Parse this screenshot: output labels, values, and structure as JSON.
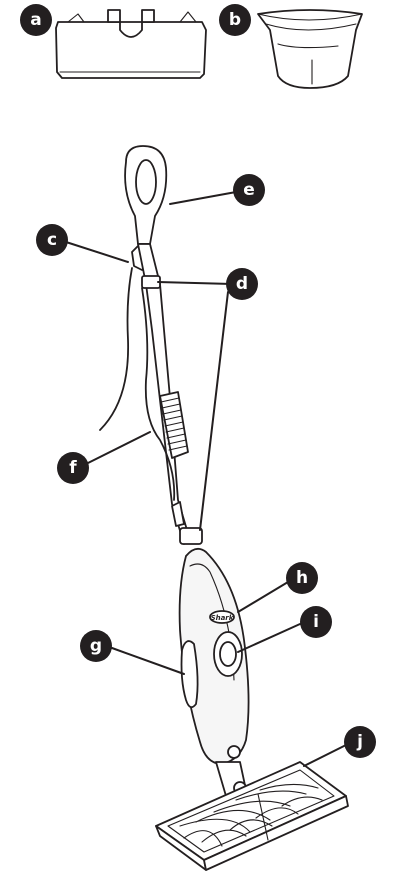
{
  "labels": {
    "a": "a",
    "b": "b",
    "c": "c",
    "d": "d",
    "e": "e",
    "f": "f",
    "g": "g",
    "h": "h",
    "i": "i",
    "j": "j"
  },
  "brand_text": "Shark",
  "colors": {
    "ink": "#231f20",
    "badge": "#231f20",
    "badge_text": "#ffffff",
    "body_fill": "#f6f6f6"
  }
}
